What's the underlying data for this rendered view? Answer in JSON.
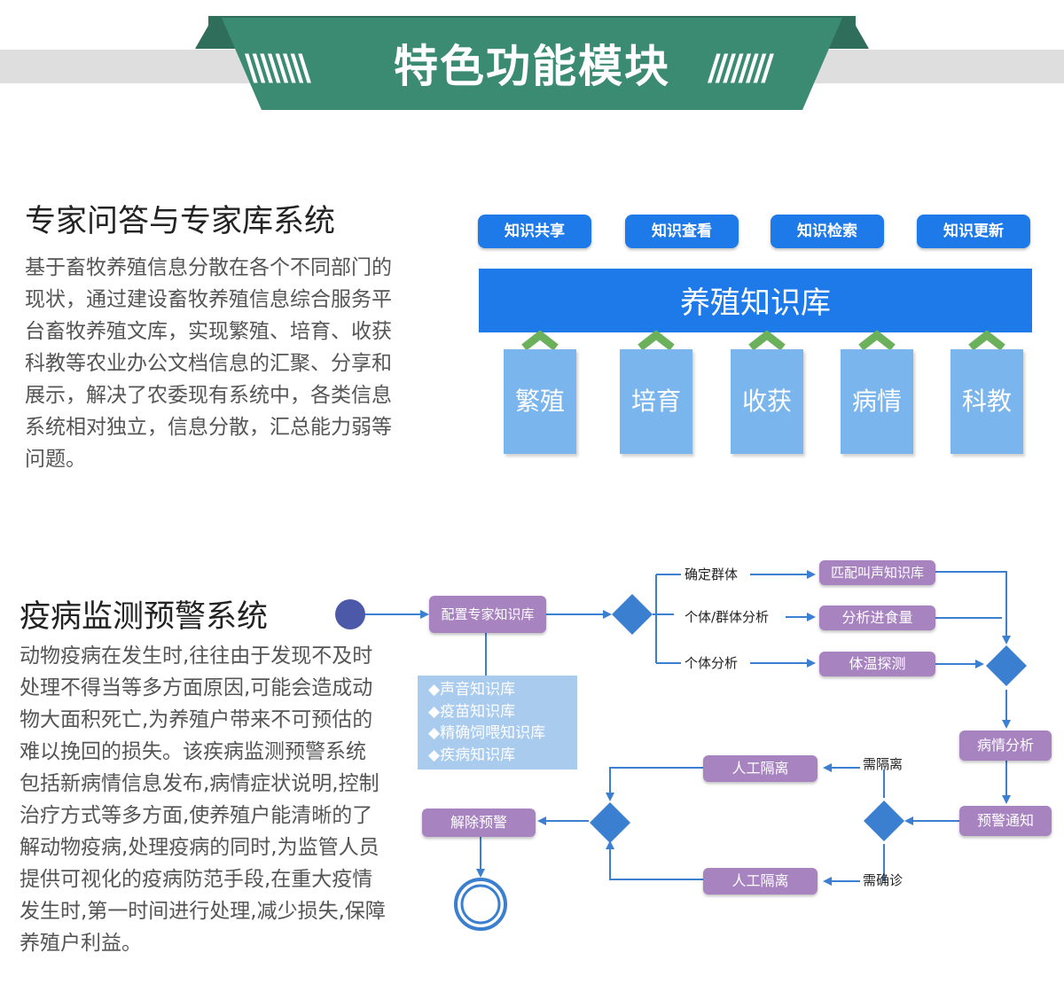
{
  "banner": {
    "title": "特色功能模块",
    "left_hatch": "\\\\\\\\\\\\\\\\",
    "right_hatch": "////////"
  },
  "section1": {
    "title": "专家问答与专家库系统",
    "body": "基于畜牧养殖信息分散在各个不同部门的\n现状，通过建设畜牧养殖信息综合服务平\n台畜牧养殖文库，实现繁殖、培育、收获\n科教等农业办公文档信息的汇聚、分享和\n展示，解决了农委现有系统中，各类信息\n系统相对独立，信息分散，汇总能力弱等\n问题。",
    "buttons": [
      "知识共享",
      "知识查看",
      "知识检索",
      "知识更新"
    ],
    "knowledge_base": "养殖知识库",
    "columns": [
      "繁殖",
      "培育",
      "收获",
      "病情",
      "科教"
    ]
  },
  "section2": {
    "title": "疫病监测预警系统",
    "body": "动物疫病在发生时,往往由于发现不及时\n处理不得当等多方面原因,可能会造成动\n物大面积死亡,为养殖户带来不可预估的\n难以挽回的损失。该疾病监测预警系统\n包括新病情信息发布,病情症状说明,控制\n治疗方式等多方面,使养殖户能清晰的了\n解动物疫病,处理疫病的同时,为监管人员\n提供可视化的疫病防范手段,在重大疫情\n发生时,第一时间进行处理,减少损失,保障\n养殖户利益。",
    "flow": {
      "config_box": "配置专家知识库",
      "kb_list": [
        "◆声音知识库",
        "◆疫苗知识库",
        "◆精确饲喂知识库",
        "◆疾病知识库"
      ],
      "branch_labels": [
        "确定群体",
        "个体/群体分析",
        "个体分析"
      ],
      "branch_boxes": [
        "匹配叫声知识库",
        "分析进食量",
        "体温探测"
      ],
      "analysis_box": "病情分析",
      "warning_box": "预警通知",
      "decision_labels": [
        "需隔离",
        "需确诊"
      ],
      "isolation_boxes": [
        "人工隔离",
        "人工隔离"
      ],
      "release_box": "解除预警"
    }
  },
  "colors": {
    "banner_green": "#3b8a72",
    "blue": "#1e7ae8",
    "light_blue": "#7ab5ee",
    "purple": "#a783c0",
    "flow_blue": "#3b7fd1",
    "dot": "#4b59a8",
    "chevron_green": "#6bb05a"
  }
}
